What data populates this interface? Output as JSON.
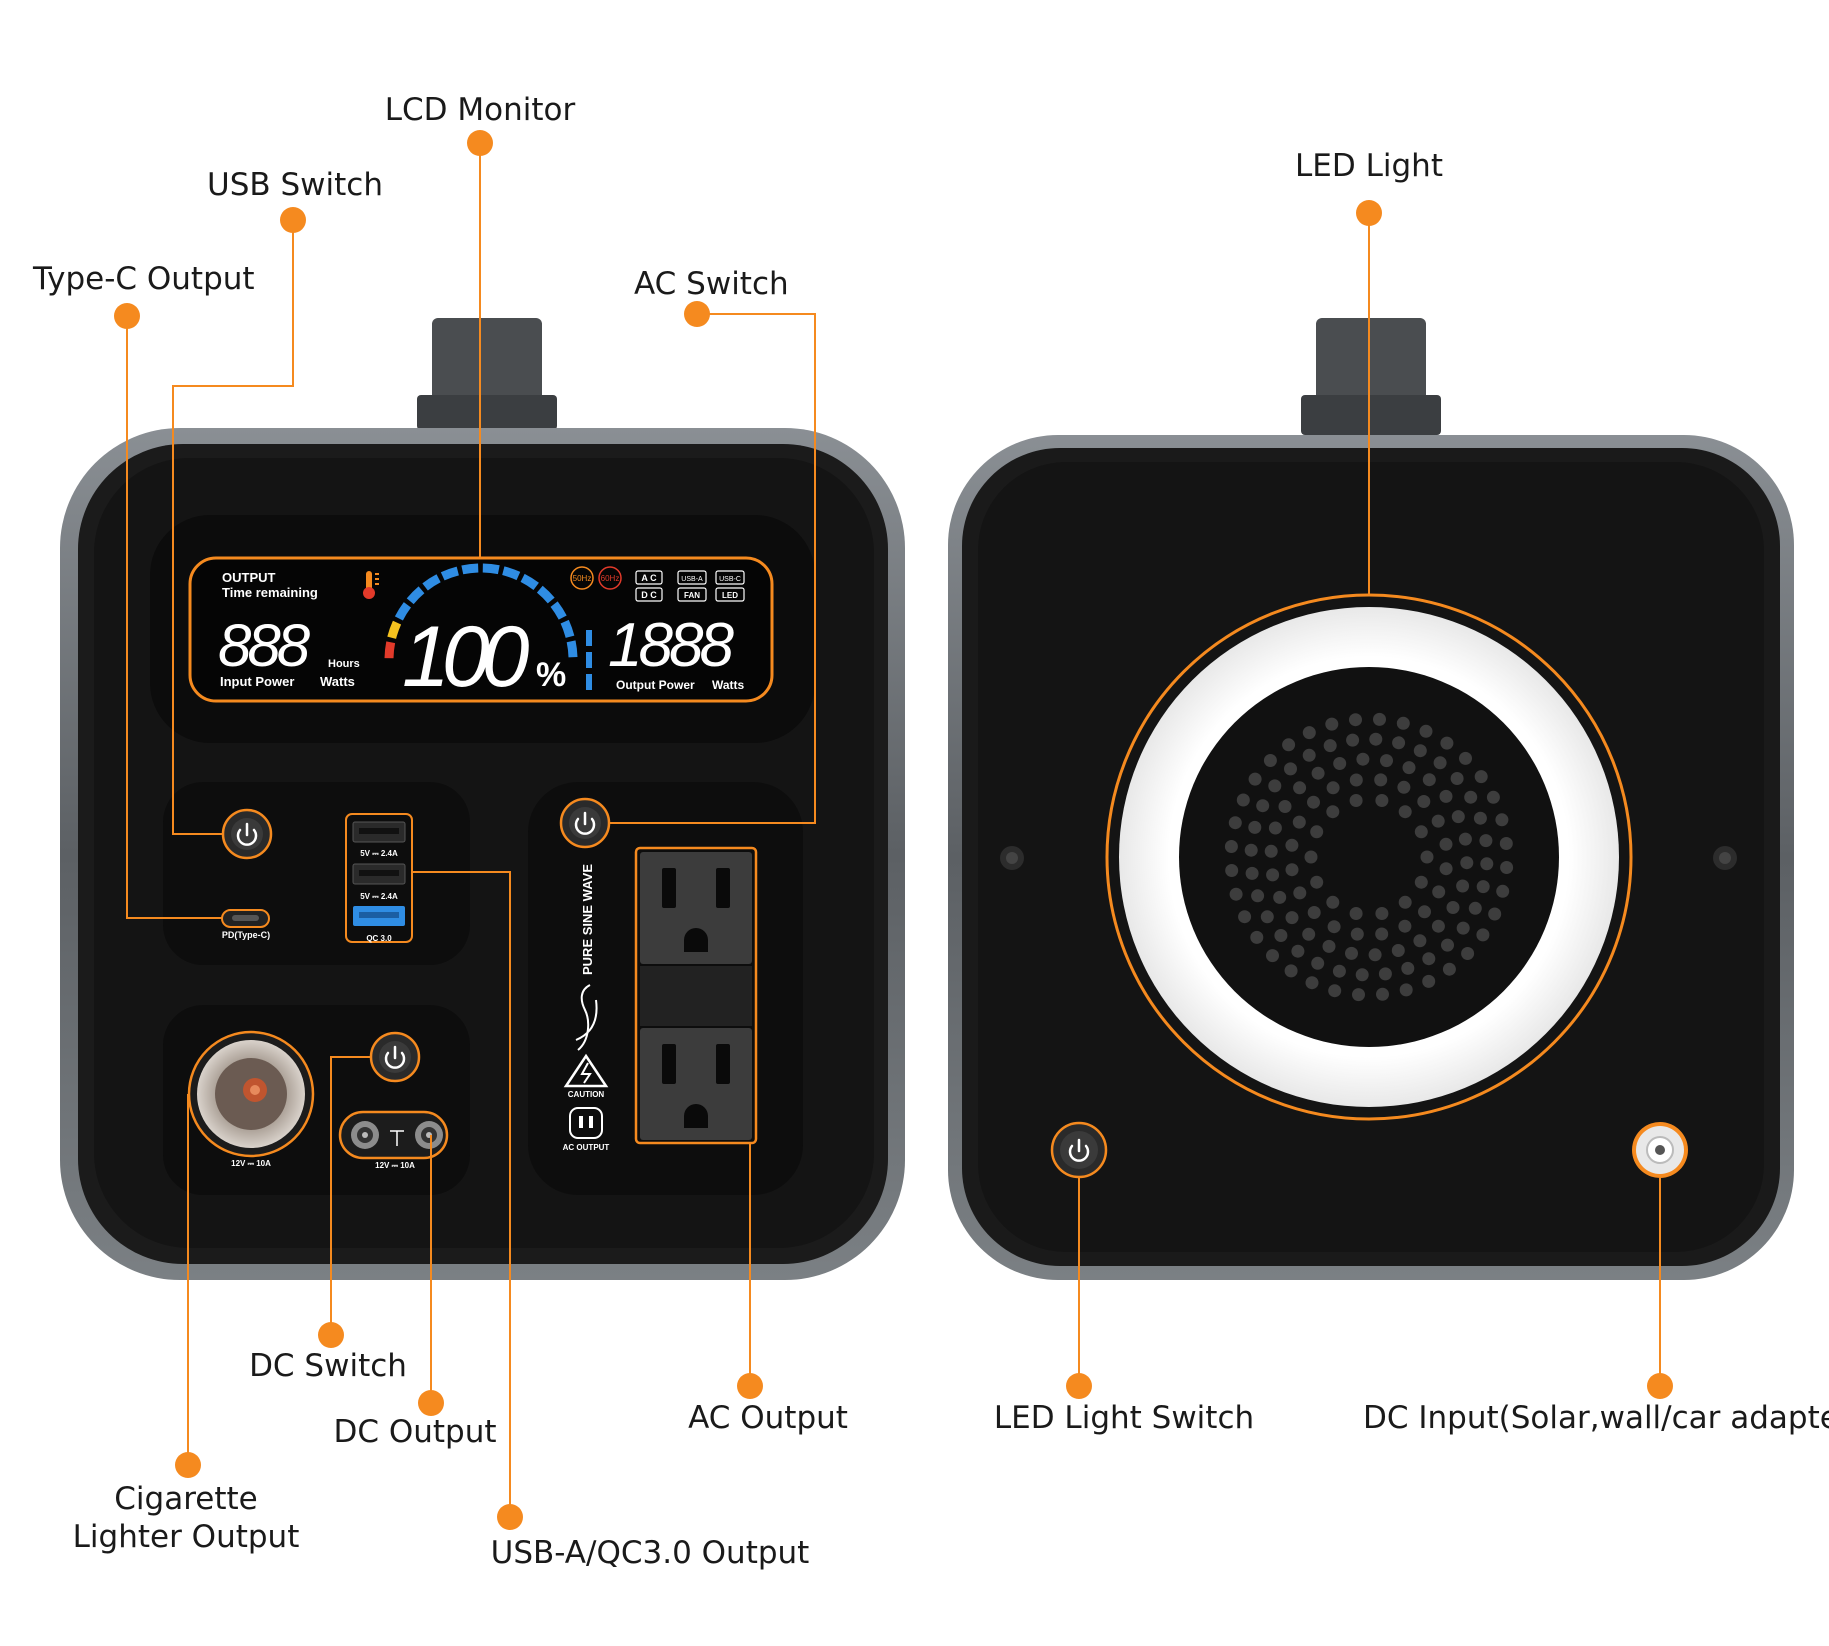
{
  "callouts": {
    "lcd_monitor": "LCD Monitor",
    "usb_switch": "USB Switch",
    "type_c_output": "Type-C Output",
    "ac_switch": "AC Switch",
    "led_light": "LED Light",
    "dc_switch": "DC Switch",
    "dc_output": "DC Output",
    "ac_output": "AC Output",
    "cigarette_line1": "Cigarette",
    "cigarette_line2": "Lighter Output",
    "usb_a_qc_output": "USB-A/QC3.0 Output",
    "led_light_switch": "LED Light Switch",
    "dc_input": "DC Input(Solar,wall/car adapter)"
  },
  "lcd": {
    "output": "OUTPUT",
    "time_remaining": "Time remaining",
    "hours_digits": "888",
    "hours_unit": "Hours",
    "input_power": "Input Power",
    "watts_left": "Watts",
    "percent_digits": "100",
    "percent_sign": "%",
    "watts_digits": "1888",
    "output_power": "Output Power",
    "watts_right": "Watts",
    "hz50": "50Hz",
    "hz60": "60Hz",
    "ac": "A C",
    "dc": "D C",
    "usb_a": "USB-A",
    "fan": "FAN",
    "usb_c": "USB-C",
    "led": "LED"
  },
  "panel": {
    "usb_a_label_1": "5V ⎓ 2.4A",
    "usb_a_label_2": "5V ⎓ 2.4A",
    "qc_label": "QC 3.0",
    "type_c_label": "PD(Type-C)",
    "cig_rating": "12V ⎓ 10A",
    "dc_rating": "12V ⎓ 10A",
    "pure_sine": "PURE SINE WAVE",
    "caution": "CAUTION",
    "ac_output_label": "AC OUTPUT"
  },
  "colors": {
    "accent": "#f58a1f",
    "body": "#121212",
    "frame": "#6b6f73",
    "lcd_blue": "#2f8de4",
    "white": "#ffffff"
  }
}
